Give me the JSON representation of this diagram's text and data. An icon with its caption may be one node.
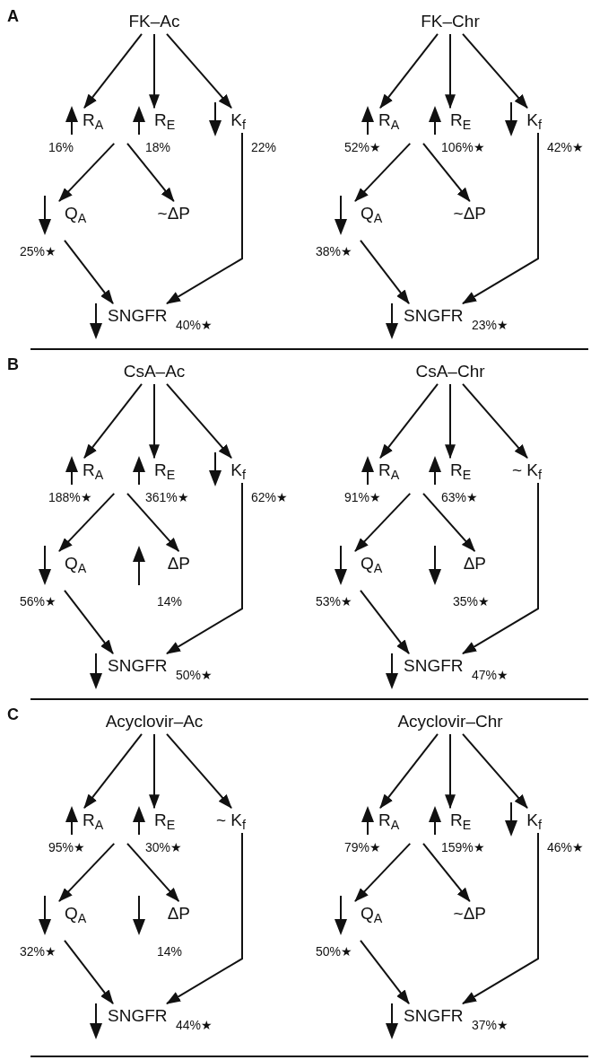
{
  "diagram": {
    "nodes": [
      {
        "text": [
          "FK–Ac"
        ]
      },
      {
        "text": [
          "R$_{A}$"
        ],
        "beside": [
          "16%"
        ]
      },
      {
        "text": [
          "R$_{E}$"
        ],
        "beside": [
          "18%"
        ]
      },
      {
        "text": [
          "K$_{f}$"
        ],
        "beside": [
          "22%"
        ]
      },
      {
        "text": [
          "Q$_{A}$"
        ],
        "beside": [
          "25%★"
        ]
      },
      {
        "text": [
          "~ΔP"
        ]
      },
      {
        "text": [
          "SNGFR"
        ],
        "beside": [
          "40%★"
        ]
      },
      {
        "text": [
          "FK–Chr"
        ]
      },
      {
        "text": [
          "R$_{A}$"
        ],
        "beside": [
          "52%★"
        ]
      },
      {
        "text": [
          "R$_{E}$"
        ],
        "beside": [
          "106%★"
        ]
      },
      {
        "text": [
          "K$_{f}$"
        ],
        "beside": [
          "42%★"
        ]
      },
      {
        "text": [
          "Q$_{A}$"
        ],
        "beside": [
          "38%★"
        ]
      },
      {
        "text": [
          "~ΔP"
        ]
      },
      {
        "text": [
          "SNGFR"
        ],
        "beside": [
          "23%★"
        ]
      },
      {
        "text": [
          "CsA–Ac"
        ]
      },
      {
        "text": [
          "R$_{A}$"
        ],
        "beside": [
          "188%★"
        ]
      },
      {
        "text": [
          "R$_{E}$"
        ],
        "beside": [
          "361%★"
        ]
      },
      {
        "text": [
          "K$_{f}$"
        ],
        "beside": [
          "62%★"
        ]
      },
      {
        "text": [
          "Q$_{A}$"
        ],
        "beside": [
          "56%★"
        ]
      },
      {
        "text": [
          "ΔP"
        ],
        "beside": [
          "14%"
        ]
      },
      {
        "text": [
          "SNGFR"
        ],
        "beside": [
          "50%★"
        ]
      },
      {
        "text": [
          "CsA–Chr"
        ]
      },
      {
        "text": [
          "R$_{A}$"
        ],
        "beside": [
          "91%★"
        ]
      },
      {
        "text": [
          "R$_{E}$"
        ],
        "beside": [
          "63%★"
        ]
      },
      {
        "text": [
          "~ K$_{f}$"
        ]
      },
      {
        "text": [
          "Q$_{A}$"
        ],
        "beside": [
          "53%★"
        ]
      },
      {
        "text": [
          "ΔP"
        ],
        "beside": [
          "35%★"
        ]
      },
      {
        "text": [
          "SNGFR"
        ],
        "beside": [
          "47%★"
        ]
      },
      {
        "text": [
          "Acyclovir–Ac"
        ]
      },
      {
        "text": [
          "R$_{A}$"
        ],
        "beside": [
          "95%★"
        ]
      },
      {
        "text": [
          "R$_{E}$"
        ],
        "beside": [
          "30%★"
        ]
      },
      {
        "text": [
          "~ K$_{f}$"
        ]
      },
      {
        "text": [
          "Q$_{A}$"
        ],
        "beside": [
          "32%★"
        ]
      },
      {
        "text": [
          "ΔP"
        ],
        "beside": [
          "14%"
        ]
      },
      {
        "text": [
          "SNGFR"
        ],
        "beside": [
          "44%★"
        ]
      },
      {
        "text": [
          "Acyclovir–Chr"
        ]
      },
      {
        "text": [
          "R$_{A}$"
        ],
        "beside": [
          "79%★"
        ]
      },
      {
        "text": [
          "R$_{E}$"
        ],
        "beside": [
          "159%★"
        ]
      },
      {
        "text": [
          "K$_{f}$"
        ],
        "beside": [
          "46%★"
        ]
      },
      {
        "text": [
          "Q$_{A}$"
        ],
        "beside": [
          "50%★"
        ]
      },
      {
        "text": [
          "~ΔP"
        ]
      },
      {
        "text": [
          "SNGFR"
        ],
        "beside": [
          "37%★"
        ]
      }
    ],
    "edges": [
      {
        "from": 0,
        "to": 1,
        "arrow": "to"
      },
      {
        "from": 0,
        "to": 2,
        "arrow": "to"
      },
      {
        "from": 0,
        "to": 3,
        "arrow": "to"
      },
      {
        "from": 1,
        "to": 4,
        "arrow": "to"
      },
      {
        "from": 2,
        "to": 5,
        "arrow": "to"
      },
      {
        "from": 4,
        "to": 6,
        "arrow": "to"
      },
      {
        "from": 3,
        "to": 6,
        "arrow": "to"
      },
      {
        "from": 7,
        "to": 8,
        "arrow": "to"
      },
      {
        "from": 7,
        "to": 9,
        "arrow": "to"
      },
      {
        "from": 7,
        "to": 10,
        "arrow": "to"
      },
      {
        "from": 8,
        "to": 11,
        "arrow": "to"
      },
      {
        "from": 9,
        "to": 12,
        "arrow": "to"
      },
      {
        "from": 11,
        "to": 13,
        "arrow": "to"
      },
      {
        "from": 10,
        "to": 13,
        "arrow": "to"
      },
      {
        "from": 14,
        "to": 15,
        "arrow": "to"
      },
      {
        "from": 14,
        "to": 16,
        "arrow": "to"
      },
      {
        "from": 14,
        "to": 17,
        "arrow": "to"
      },
      {
        "from": 15,
        "to": 18,
        "arrow": "to"
      },
      {
        "from": 16,
        "to": 19,
        "arrow": "to"
      },
      {
        "from": 18,
        "to": 20,
        "arrow": "to"
      },
      {
        "from": 17,
        "to": 20,
        "arrow": "to"
      },
      {
        "from": 21,
        "to": 22,
        "arrow": "to"
      },
      {
        "from": 21,
        "to": 23,
        "arrow": "to"
      },
      {
        "from": 21,
        "to": 24,
        "arrow": "to"
      },
      {
        "from": 22,
        "to": 25,
        "arrow": "to"
      },
      {
        "from": 23,
        "to": 26,
        "arrow": "to"
      },
      {
        "from": 25,
        "to": 27,
        "arrow": "to"
      },
      {
        "from": 24,
        "to": 27,
        "arrow": "to"
      },
      {
        "from": 28,
        "to": 29,
        "arrow": "to"
      },
      {
        "from": 28,
        "to": 30,
        "arrow": "to"
      },
      {
        "from": 28,
        "to": 31,
        "arrow": "to"
      },
      {
        "from": 29,
        "to": 32,
        "arrow": "to"
      },
      {
        "from": 30,
        "to": 33,
        "arrow": "to"
      },
      {
        "from": 32,
        "to": 34,
        "arrow": "to"
      },
      {
        "from": 31,
        "to": 34,
        "arrow": "to"
      },
      {
        "from": 35,
        "to": 36,
        "arrow": "to"
      },
      {
        "from": 35,
        "to": 37,
        "arrow": "to"
      },
      {
        "from": 35,
        "to": 38,
        "arrow": "to"
      },
      {
        "from": 36,
        "to": 39,
        "arrow": "to"
      },
      {
        "from": 37,
        "to": 40,
        "arrow": "to"
      },
      {
        "from": 39,
        "to": 41,
        "arrow": "to"
      },
      {
        "from": 38,
        "to": 41,
        "arrow": "to"
      }
    ],
    "labels": [
      "A",
      "B",
      "C"
    ]
  }
}
